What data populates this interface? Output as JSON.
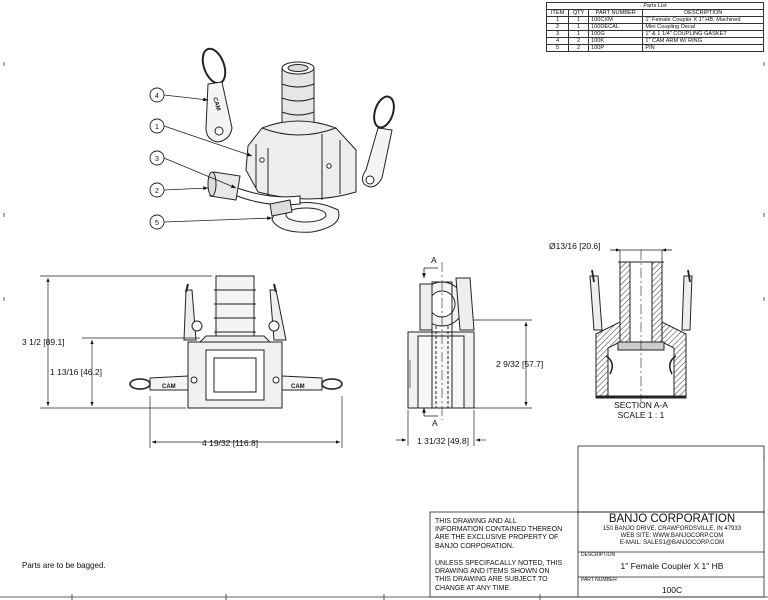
{
  "parts_list": {
    "title": "Parts List",
    "headers": [
      "ITEM",
      "QTY",
      "PART NUMBER",
      "DESCRIPTION"
    ],
    "rows": [
      [
        "1",
        "1",
        "100CXM",
        "1\" Female Coupler X 1\" HB, Machined"
      ],
      [
        "2",
        "1",
        "100DECAL",
        "Mini Coupling Decal"
      ],
      [
        "3",
        "1",
        "100G",
        "1\" & 1 1/4\" COUPLING GASKET"
      ],
      [
        "4",
        "2",
        "100K",
        "1\" CAM ARM W/ RING"
      ],
      [
        "5",
        "2",
        "100P",
        "PIN"
      ]
    ]
  },
  "balloons": [
    "1",
    "2",
    "3",
    "4",
    "5"
  ],
  "dimensions": {
    "overall_height": "3 1/2 [89.1]",
    "body_height": "1 13/16 [46.2]",
    "overall_width": "4 19/32 [116.8]",
    "side_height": "2 9/32 [57.7]",
    "side_width": "1 31/32 [49.8]",
    "hose_diameter": "Ø13/16 [20.6]"
  },
  "section": {
    "marker_top": "A",
    "marker_bottom": "A",
    "label": "SECTION A-A",
    "scale": "SCALE 1 : 1"
  },
  "decal_text": "CAM",
  "notes": {
    "bagged": "Parts are to be bagged.",
    "property": "THIS DRAWING AND ALL\nINFORMATION CONTAINED THEREON\nARE THE EXCLUSIVE PROPERTY OF\nBANJO CORPORATION.",
    "changes": "UNLESS SPECIFACALLY NOTED, THIS\nDRAWING AND ITEMS SHOWN ON\nTHIS DRAWING ARE SUBJECT TO\nCHANGE AT ANY TIME."
  },
  "title_block": {
    "company": "BANJO CORPORATION",
    "address": "150 BANJO DRIVE, CRAWFORDSVILLE, IN 47933",
    "website": "WEB SITE: WWW.BANJOCORP.COM",
    "email": "E-MAIL: SALES1@BANJOCORP.COM",
    "description_label": "DESCRIPTION",
    "description": "1\" Female Coupler X 1\" HB",
    "part_number_label": "PART NUMBER",
    "part_number": "100C"
  }
}
